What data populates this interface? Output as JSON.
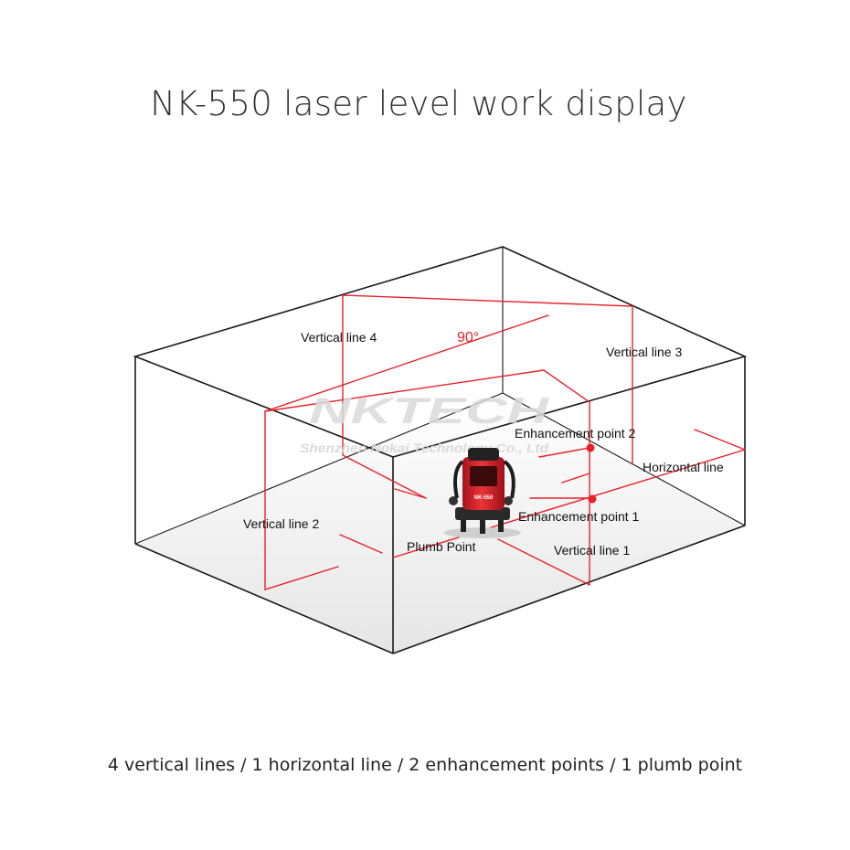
{
  "title": "NK-550 laser level work display",
  "caption": "4 vertical lines / 1 horizontal line / 2 enhancement points / 1 plumb point",
  "labels": {
    "vertical_line_4": "Vertical line 4",
    "vertical_line_3": "Vertical line 3",
    "vertical_line_2": "Vertical line 2",
    "vertical_line_1": "Vertical line 1",
    "horizontal_line": "Horizontal line",
    "enhancement_point_2": "Enhancement point 2",
    "enhancement_point_1": "Enhancement point 1",
    "plumb_point": "Plumb Point",
    "angle": "90°"
  },
  "watermark": {
    "brand": "NKTECH",
    "company": "Shenzhen Nokai Technology Co., Ltd"
  },
  "device": {
    "label": "NK-550"
  },
  "colors": {
    "laser": "#e8202a",
    "outline": "#1a1a1a",
    "floor_light": "#ffffff",
    "floor_dark": "#e4e4e4",
    "device_red": "#d81e28",
    "device_black": "#1e1e1e"
  }
}
